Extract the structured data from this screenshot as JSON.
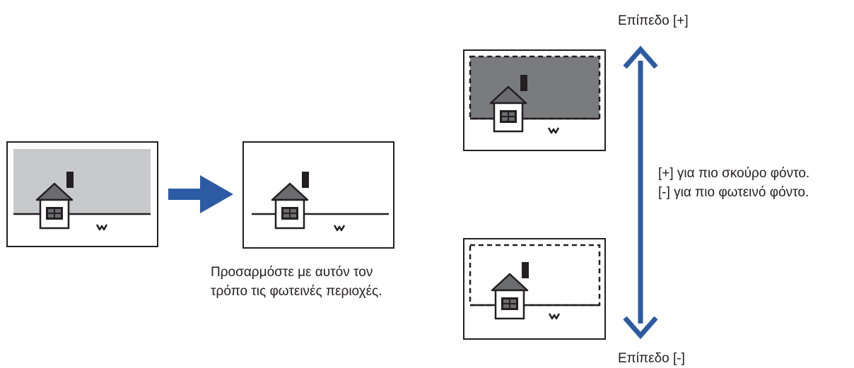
{
  "diagram": {
    "level_plus_label": "Επίπεδο [+]",
    "level_minus_label": "Επίπεδο [-]",
    "description_lines": [
      "[+] για πιο σκούρο φόντο.",
      "[-] για πιο φωτεινό φόντο."
    ],
    "caption_lines": [
      "Προσαρμόστε με αυτόν τον",
      "τρόπο τις φωτεινές περιοχές."
    ],
    "colors": {
      "arrow_blue": "#2d5ba3",
      "roof_gray": "#6b6c6e",
      "dark_background": "#7a7b7d",
      "light_background": "#c8c9cb",
      "outline": "#231f20"
    }
  }
}
